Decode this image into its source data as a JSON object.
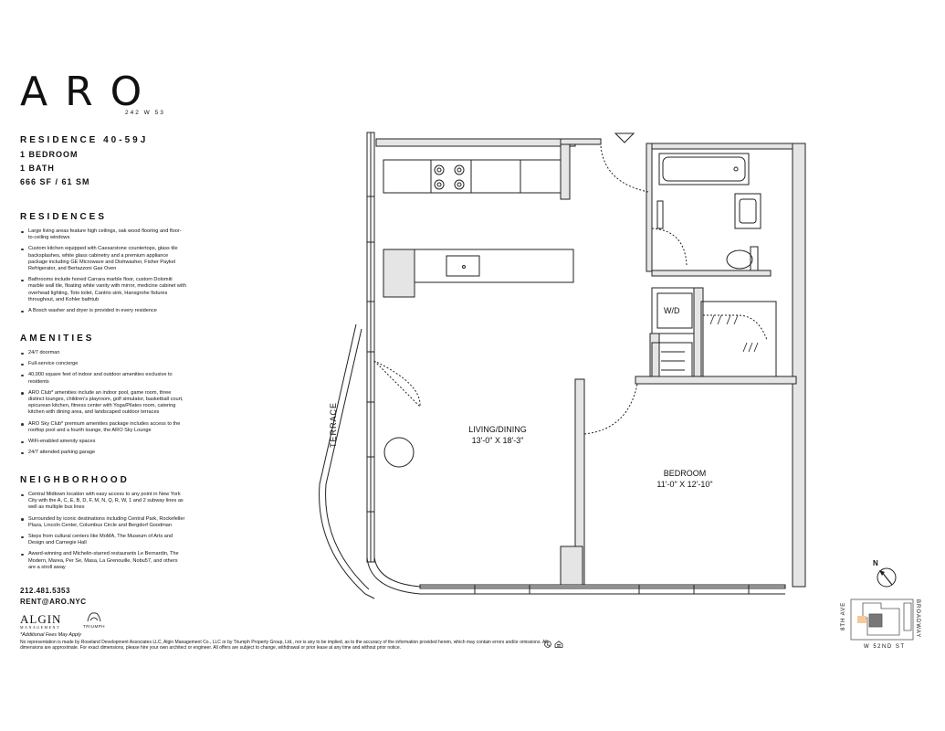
{
  "brand": {
    "logo": "ARO",
    "address": "242 W 53"
  },
  "residence": {
    "title": "RESIDENCE 40-59J",
    "bedrooms": "1 BEDROOM",
    "baths": "1 BATH",
    "size": "666 SF / 61 SM"
  },
  "sections": {
    "residences": {
      "title": "RESIDENCES",
      "items": [
        "Large living areas feature high ceilings, oak wood flooring and floor-to-ceiling windows",
        "Custom kitchen equipped with Caesarstone countertops, glass tile backsplashes, white glass cabinetry and a premium appliance package including GE Microwave and Dishwasher, Fisher Paykel Refrigerator, and Bertazzoni Gas Oven",
        "Bathrooms include honed Carrara marble floor, custom Dolomiti marble wall tile, floating white vanity with mirror, medicine cabinet with overhead lighting, Toto toilet, Cantrio sink, Hansgrohe fixtures throughout, and Kohler bathtub",
        "A Bosch washer and dryer is provided in every residence"
      ]
    },
    "amenities": {
      "title": "AMENITIES",
      "items": [
        "24/7 doorman",
        "Full-service concierge",
        "40,000 square feet of indoor and outdoor amenities exclusive to residents",
        "ARO Club* amenities include an indoor pool, game room, three distinct lounges, children's playroom, golf simulator, basketball court, epicurean kitchen, fitness center with Yoga/Pilates room, catering kitchen with dining area, and landscaped outdoor terraces",
        "ARO Sky Club* premium amenities package includes access to the rooftop pool and a fourth lounge, the ARO Sky Lounge",
        "WiFi-enabled amenity spaces",
        "24/7 attended parking garage"
      ]
    },
    "neighborhood": {
      "title": "NEIGHBORHOOD",
      "items": [
        "Central Midtown location with easy access to any point in New York City with the A, C, E, B, D, F, M, N, Q, R, W, 1 and 2 subway lines as well as multiple bus lines",
        "Surrounded by iconic destinations including Central Park, Rockefeller Plaza, Lincoln Center, Columbus Circle and Bergdorf Goodman",
        "Steps from cultural centers like MoMA, The Museum of Arts and Design and Carnegie Hall",
        "Award-winning and Michelin-starred restaurants Le Bernardin, The Modern, Marea, Per Se, Masa, La Grenouille, Nobu57, and others are a stroll away"
      ]
    }
  },
  "contact": {
    "phone": "212.481.5353",
    "email": "RENT@ARO.NYC"
  },
  "partners": {
    "algin": "ALGIN",
    "algin_sub": "MANAGEMENT",
    "triumph": "TRIUMPH"
  },
  "fees_note": "*Additional Fees May Apply",
  "disclaimer": "No representation is made by Roseland Development Associates LLC, Algin Management Co., LLC or by Triumph Property Group, Ltd., nor is any to be implied, as to the accuracy of the information provided herein, which may contain errors and/or omissions. All dimensions are approximate. For exact dimensions, please hire your own architect or engineer. All offers are subject to change, withdrawal or prior lease at any time and without prior notice.",
  "plan": {
    "living_label": "LIVING/DINING",
    "living_dims": "13'-0\" X 18'-3\"",
    "bedroom_label": "BEDROOM",
    "bedroom_dims": "11'-0\" X 12'-10\"",
    "terrace_label": "TERRACE",
    "wd_label": "W/D"
  },
  "keyplan": {
    "north": "N",
    "street_west": "8TH AVE",
    "street_east": "BROADWAY",
    "street_south": "W 52ND ST"
  },
  "icons": [
    "entry-triangle-icon",
    "north-arrow-icon",
    "equal-housing-icon",
    "accessibility-icon",
    "triumph-logo-icon"
  ]
}
